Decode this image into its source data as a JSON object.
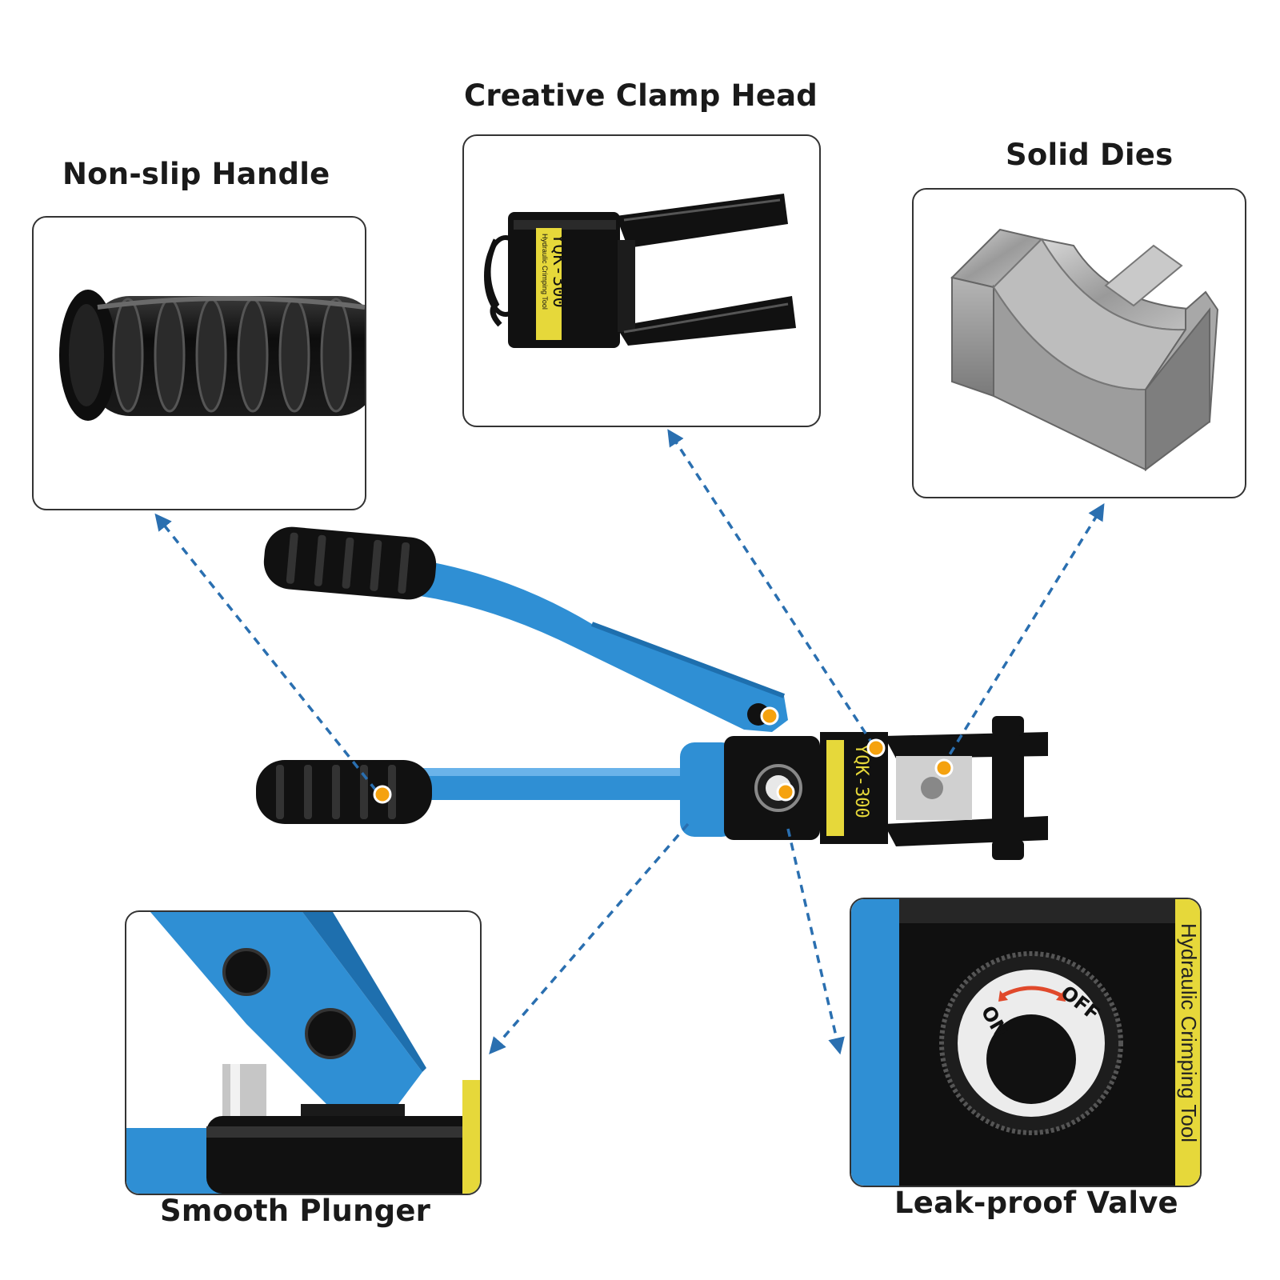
{
  "features": {
    "handle": {
      "label": "Non-slip Handle"
    },
    "clamp_head": {
      "label": "Creative Clamp Head",
      "model": "YQK-300",
      "sticker": "Hydraulic Crimping Tool"
    },
    "dies": {
      "label": "Solid Dies"
    },
    "plunger": {
      "label": "Smooth Plunger"
    },
    "valve": {
      "label": "Leak-proof Valve",
      "on": "ON",
      "off": "OFF",
      "sticker_partial": "Hydraulic Crimping Tool"
    }
  },
  "colors": {
    "tool_blue": "#2f8fd4",
    "tool_black": "#111111",
    "arrow_blue": "#2a6fb0",
    "marker_orange": "#f5a20f",
    "sticker_yellow": "#e6d83a"
  }
}
